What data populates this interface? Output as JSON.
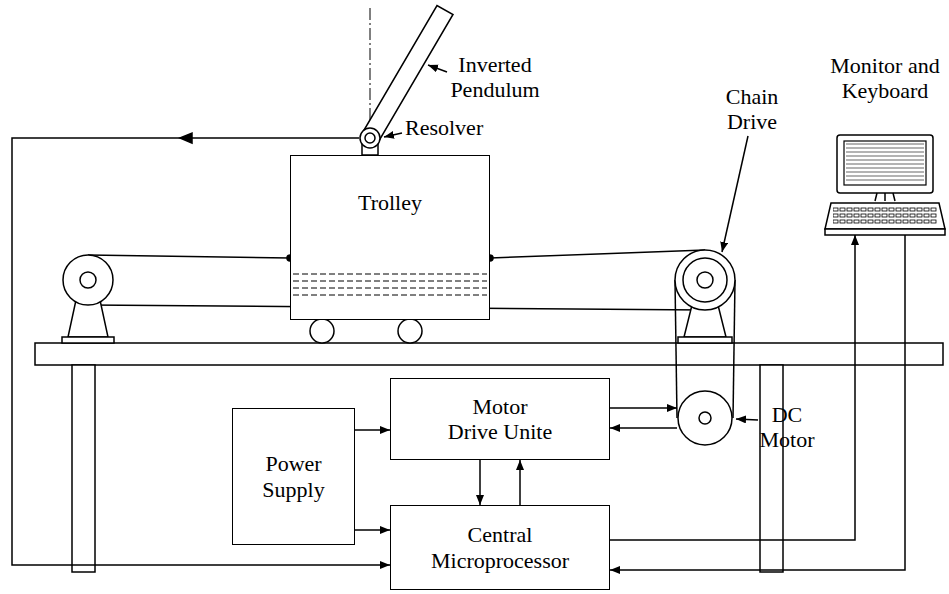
{
  "diagram": {
    "nodes": [
      {
        "text": [
          "Trolley"
        ]
      },
      {
        "text": [
          "Resolver"
        ]
      },
      {
        "text": [
          "DC Motor"
        ]
      },
      {
        "text": [
          "Monitor and Keyboard"
        ]
      },
      {
        "text": [
          "Motor Drive Unite"
        ]
      },
      {
        "text": [
          "Power Supply"
        ]
      },
      {
        "text": [
          "Central Microprocessor"
        ]
      }
    ],
    "edges": [
      {
        "from": 1,
        "to": 6,
        "arrow": "to"
      },
      {
        "from": 5,
        "to": 4,
        "arrow": "to"
      },
      {
        "from": 5,
        "to": 6,
        "arrow": "to"
      },
      {
        "from": 4,
        "to": 2,
        "arrow": "to"
      },
      {
        "from": 2,
        "to": 4,
        "arrow": "to"
      },
      {
        "from": 4,
        "to": 6,
        "arrow": "to"
      },
      {
        "from": 6,
        "to": 4,
        "arrow": "to"
      },
      {
        "from": 6,
        "to": 3,
        "arrow": "to"
      },
      {
        "from": 3,
        "to": 6,
        "arrow": "to"
      }
    ],
    "labels": [
      "Inverted Pendulum",
      "Chain Drive"
    ]
  }
}
